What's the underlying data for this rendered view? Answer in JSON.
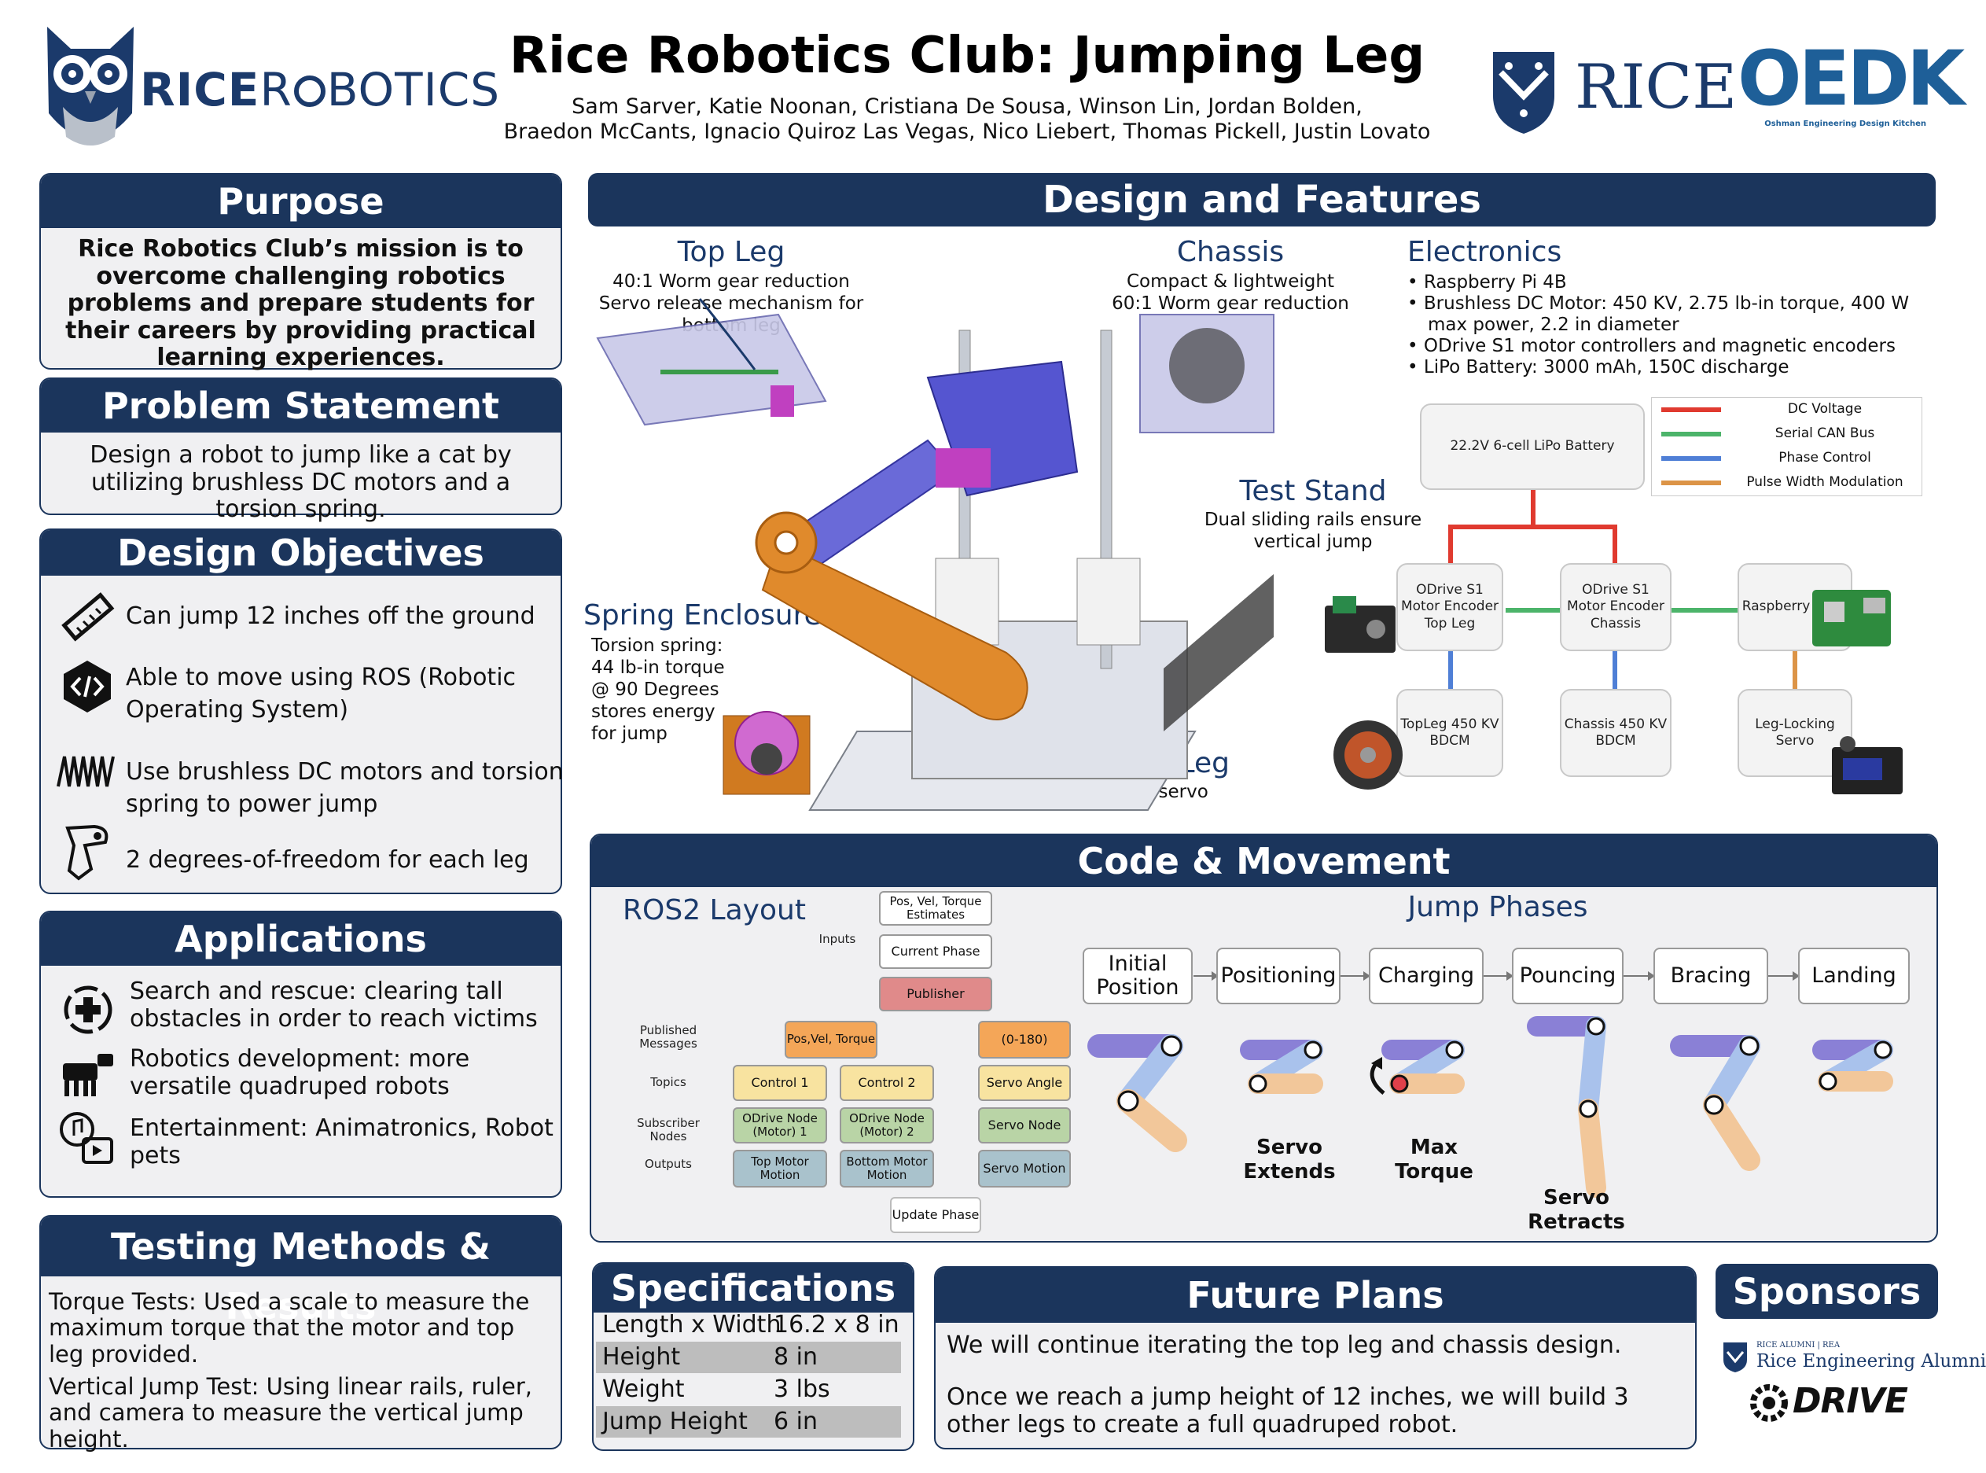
{
  "header": {
    "title": "Rice Robotics Club: Jumping Leg",
    "authors_line1": "Sam Sarver, Katie Noonan, Cristiana De Sousa, Winson Lin, Jordan Bolden,",
    "authors_line2": "Braedon McCants, Ignacio Quiroz Las Vegas, Nico Liebert, Thomas Pickell, Justin Lovato",
    "logo_left_a": "RICE",
    "logo_left_b": "R",
    "logo_left_c": "BOTICS",
    "logo_rice": "RICE",
    "logo_oedk": "OEDK",
    "logo_oedk_sub": "Oshman Engineering Design Kitchen"
  },
  "purpose": {
    "title": "Purpose",
    "text": "Rice Robotics Club’s mission is to overcome challenging robotics problems and prepare students for their careers by providing practical learning experiences."
  },
  "problem": {
    "title": "Problem Statement",
    "text": "Design a robot to jump like a cat by utilizing brushless DC motors and a torsion spring."
  },
  "objectives": {
    "title": "Design Objectives",
    "items": [
      {
        "text": "Can jump 12 inches off the ground",
        "icon": "ruler-icon"
      },
      {
        "text": "Able to move using ROS (Robotic Operating System)",
        "icon": "code-icon"
      },
      {
        "text": "Use brushless DC motors and torsion spring to power jump",
        "icon": "spring-icon"
      },
      {
        "text": "2 degrees-of-freedom for each leg",
        "icon": "leg-icon"
      }
    ]
  },
  "applications": {
    "title": "Applications",
    "items": [
      {
        "text": "Search and rescue: clearing tall obstacles in order to reach victims",
        "icon": "medical-cross-icon"
      },
      {
        "text": "Robotics development: more versatile quadruped robots",
        "icon": "robot-dog-icon"
      },
      {
        "text": "Entertainment: Animatronics, Robot pets",
        "icon": "media-icon"
      }
    ]
  },
  "testing": {
    "title": "Testing Methods & Results",
    "p1": "Torque Tests: Used a scale to measure the maximum torque that the motor and top leg provided.",
    "p2": "Vertical Jump Test: Using linear rails, ruler, and camera to measure the vertical jump height."
  },
  "design": {
    "title": "Design and Features",
    "top_leg": {
      "title": "Top Leg",
      "l1": "40:1 Worm gear reduction",
      "l2": "Servo release mechanism for",
      "l3": "bottom leg"
    },
    "chassis": {
      "title": "Chassis",
      "l1": "Compact & lightweight",
      "l2": "60:1 Worm gear reduction"
    },
    "test_stand": {
      "title": "Test Stand",
      "l1": "Dual sliding rails ensure",
      "l2": "vertical jump"
    },
    "spring": {
      "title": "Spring Enclosure",
      "l1": "Torsion spring:",
      "l2": "44 lb-in torque",
      "l3": "@ 90 Degrees",
      "l4": "stores energy",
      "l5": "for jump"
    },
    "bottom_leg": {
      "title": "Bottom Leg",
      "l1": "Slot for servo"
    },
    "electronics": {
      "title": "Electronics",
      "b1": "Raspberry Pi 4B",
      "b2a": "Brushless DC Motor: 450 KV, 2.75 lb-in torque, 400 W",
      "b2b": "max power, 2.2 in diameter",
      "b3": "ODrive S1 motor controllers and magnetic encoders",
      "b4": "LiPo Battery: 3000 mAh, 150C discharge"
    },
    "legend": [
      {
        "label": "DC Voltage",
        "color": "#e03a2f"
      },
      {
        "label": "Serial CAN Bus",
        "color": "#4cb46a"
      },
      {
        "label": "Phase Control",
        "color": "#4f7fd6"
      },
      {
        "label": "Pulse Width Modulation",
        "color": "#dc9447"
      }
    ],
    "nodes": {
      "battery": "22.2V 6-cell LiPo Battery",
      "odrive_top": "ODrive S1 Motor Encoder Top Leg",
      "odrive_chassis": "ODrive S1 Motor Encoder Chassis",
      "pi": "Raspberry Pi 4B",
      "topleg_motor": "TopLeg 450 KV BDCM",
      "chassis_motor": "Chassis 450 KV BDCM",
      "servo": "Leg-Locking Servo"
    }
  },
  "code": {
    "title": "Code & Movement",
    "ros_title": "ROS2 Layout",
    "jump_title": "Jump Phases",
    "ros": {
      "estimates": "Pos, Vel, Torque Estimates",
      "inputs": "Inputs",
      "current_phase": "Current Phase",
      "publisher": "Publisher",
      "published_messages": "Published Messages",
      "pos_vel_torque": "Pos,Vel, Torque",
      "range": "(0-180)",
      "topics": "Topics",
      "control1": "Control 1",
      "control2": "Control 2",
      "servo_angle": "Servo Angle",
      "subscriber_nodes": "Subscriber Nodes",
      "odrive1": "ODrive Node (Motor) 1",
      "odrive2": "ODrive Node (Motor) 2",
      "servo_node": "Servo Node",
      "outputs": "Outputs",
      "top_motion": "Top Motor Motion",
      "bottom_motion": "Bottom Motor Motion",
      "servo_motion": "Servo Motion",
      "update_phase": "Update Phase"
    },
    "phases": [
      "Initial Position",
      "Positioning",
      "Charging",
      "Pouncing",
      "Bracing",
      "Landing"
    ],
    "captions": {
      "servo_extends": "Servo Extends",
      "max_torque": "Max Torque",
      "servo_retracts": "Servo Retracts"
    }
  },
  "specs": {
    "title": "Specifications",
    "rows": [
      {
        "k": "Length x Width",
        "v": "16.2 x 8 in"
      },
      {
        "k": "Height",
        "v": "8 in"
      },
      {
        "k": "Weight",
        "v": "3 lbs"
      },
      {
        "k": "Jump Height",
        "v": "6 in"
      }
    ]
  },
  "future": {
    "title": "Future Plans",
    "p1": "We will continue iterating the top leg and chassis design.",
    "p2": "Once we reach a jump height of 12 inches, we will build 3 other legs to create a full quadruped robot."
  },
  "sponsors": {
    "title": "Sponsors",
    "s1_small": "RICE ALUMNI | REA",
    "s1": "Rice Engineering Alumni",
    "s2": "DRIVE"
  }
}
